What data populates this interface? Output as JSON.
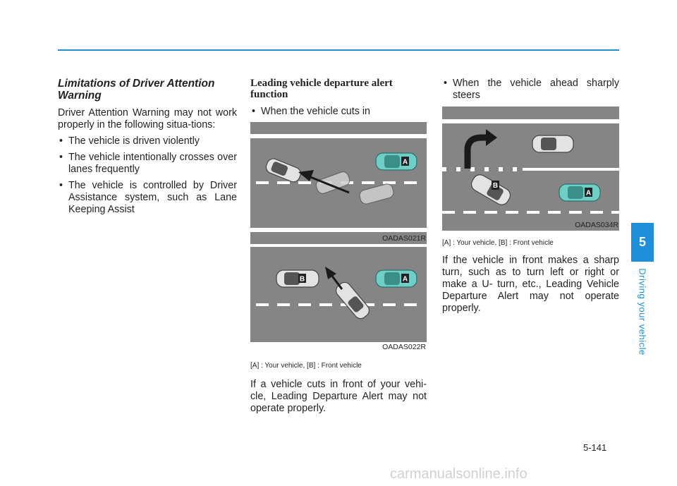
{
  "col1": {
    "heading": "Limitations of Driver Attention Warning",
    "intro": "Driver Attention Warning may not work properly in the following situa-tions:",
    "bullets": [
      "The vehicle is driven violently",
      "The vehicle intentionally crosses over lanes frequently",
      "The vehicle is controlled by Driver Assistance system, such as Lane Keeping Assist"
    ]
  },
  "col2": {
    "heading": "Leading vehicle departure alert function",
    "bullet": "When the vehicle cuts in",
    "figure1_code": "OADAS021R",
    "figure2_code": "OADAS022R",
    "caption": "[A] : Your vehicle, [B] : Front vehicle",
    "body": "If a vehicle cuts in front of your vehi-cle, Leading Departure Alert may not operate properly."
  },
  "col3": {
    "bullet": "When the vehicle ahead sharply steers",
    "figure_code": "OADAS034R",
    "caption": "[A] : Your vehicle, [B] : Front vehicle",
    "body": "If the vehicle in front makes a sharp turn, such as to turn left or right or make a U- turn, etc., Leading Vehicle Departure Alert may not operate properly."
  },
  "figure_labels": {
    "your_vehicle": "A",
    "front_vehicle": "B"
  },
  "side_tab": {
    "chapter_number": "5",
    "chapter_title": "Driving your vehicle"
  },
  "page_number": "5-141",
  "watermark": "carmanualsonline.info",
  "colors": {
    "accent": "#1e8fd8",
    "road": "#858585",
    "your_vehicle": "#6fcfc7",
    "front_vehicle": "#d9d9d9"
  }
}
